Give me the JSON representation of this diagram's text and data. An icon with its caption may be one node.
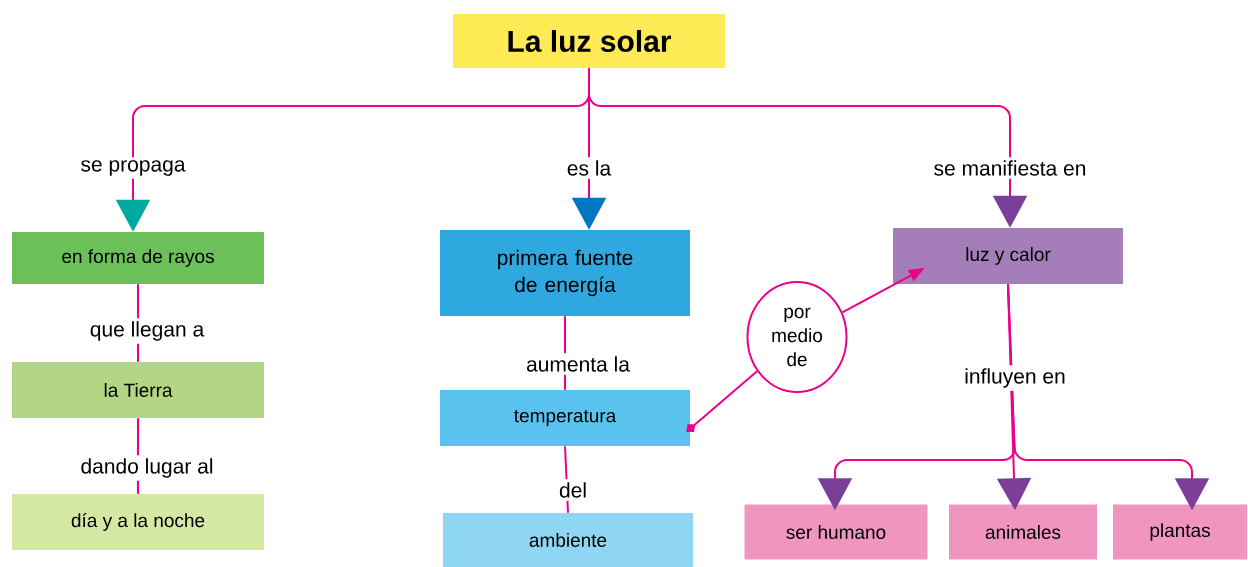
{
  "diagram": {
    "nodes": [
      {
        "text": [
          "La luz solar"
        ]
      },
      {
        "text": [
          "en forma de rayos"
        ]
      },
      {
        "text": [
          "la Tierra"
        ]
      },
      {
        "text": [
          "día y a la noche"
        ]
      },
      {
        "text": [
          "primera fuente de energía"
        ]
      },
      {
        "text": [
          "temperatura"
        ]
      },
      {
        "text": [
          "ambiente"
        ]
      },
      {
        "text": [
          "luz y calor"
        ]
      },
      {
        "text": [
          "por medio de"
        ]
      },
      {
        "text": [
          "ser humano"
        ]
      },
      {
        "text": [
          "animales"
        ]
      },
      {
        "text": [
          "plantas"
        ]
      }
    ],
    "edges": [
      {
        "from": 0,
        "to": 1,
        "arrow": "to",
        "label": "se propaga"
      },
      {
        "from": 1,
        "to": 2,
        "arrow": "none",
        "label": "que llegan a"
      },
      {
        "from": 2,
        "to": 3,
        "arrow": "none",
        "label": "dando lugar al"
      },
      {
        "from": 0,
        "to": 4,
        "arrow": "to",
        "label": "es la"
      },
      {
        "from": 4,
        "to": 5,
        "arrow": "none",
        "label": "aumenta la"
      },
      {
        "from": 5,
        "to": 6,
        "arrow": "none",
        "label": "del"
      },
      {
        "from": 0,
        "to": 7,
        "arrow": "to",
        "label": "se manifiesta en"
      },
      {
        "from": 5,
        "to": 8,
        "arrow": "other"
      },
      {
        "from": 8,
        "to": 7,
        "arrow": "to"
      },
      {
        "from": 7,
        "to": 9,
        "arrow": "to"
      },
      {
        "from": 7,
        "to": 10,
        "arrow": "to",
        "label": "influyen en"
      },
      {
        "from": 7,
        "to": 11,
        "arrow": "to"
      }
    ]
  }
}
